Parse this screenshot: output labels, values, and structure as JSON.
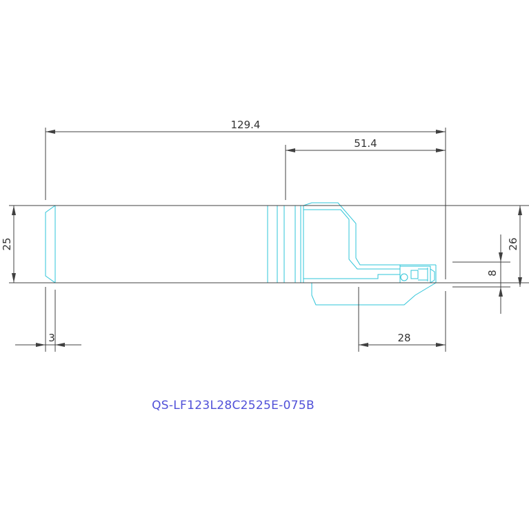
{
  "drawing": {
    "part_number": "QS-LF123L28C2525E-075B",
    "dimensions": {
      "overall_length": "129.4",
      "head_length": "51.4",
      "shank_height": "25",
      "overall_height": "26",
      "edge_height": "8",
      "reach": "28",
      "chamfer": "3"
    },
    "colors": {
      "tool_outline": "#2ec4d8",
      "dimension_lines": "#404040",
      "part_label": "#5050d8"
    }
  }
}
